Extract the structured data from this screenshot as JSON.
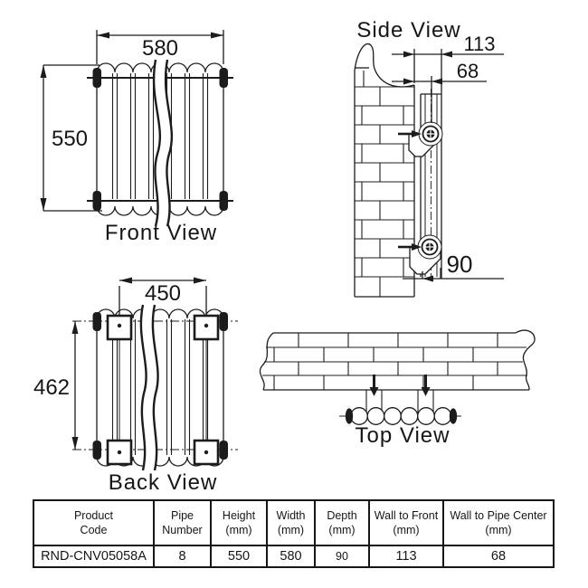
{
  "drawing": {
    "front": {
      "title": "Front View",
      "dim_width": "580",
      "dim_height": "550"
    },
    "side": {
      "title": "Side View",
      "dim_wall_to_front": "113",
      "dim_wall_to_pipe_center": "68",
      "dim_pipe": "90"
    },
    "back": {
      "title": "Back View",
      "dim_fixing_width": "450",
      "dim_fixing_height": "462"
    },
    "top": {
      "title": "Top View"
    }
  },
  "table": {
    "headers": [
      {
        "line1": "Product",
        "line2": "Code"
      },
      {
        "line1": "Pipe",
        "line2": "Number"
      },
      {
        "line1": "Height",
        "line2": "(mm)"
      },
      {
        "line1": "Width",
        "line2": "(mm)"
      },
      {
        "line1": "Depth",
        "line2": "(mm)"
      },
      {
        "line1": "Wall to Front",
        "line2": "(mm)"
      },
      {
        "line1": "Wall to Pipe Center",
        "line2": "(mm)"
      }
    ],
    "row": {
      "product_code": "RND-CNV05058A",
      "pipe_number": "8",
      "height": "550",
      "width": "580",
      "depth": "90",
      "wall_to_front": "113",
      "wall_to_pipe_center": "68"
    }
  },
  "colors": {
    "line": "#1c1c1c",
    "background": "#ffffff"
  }
}
